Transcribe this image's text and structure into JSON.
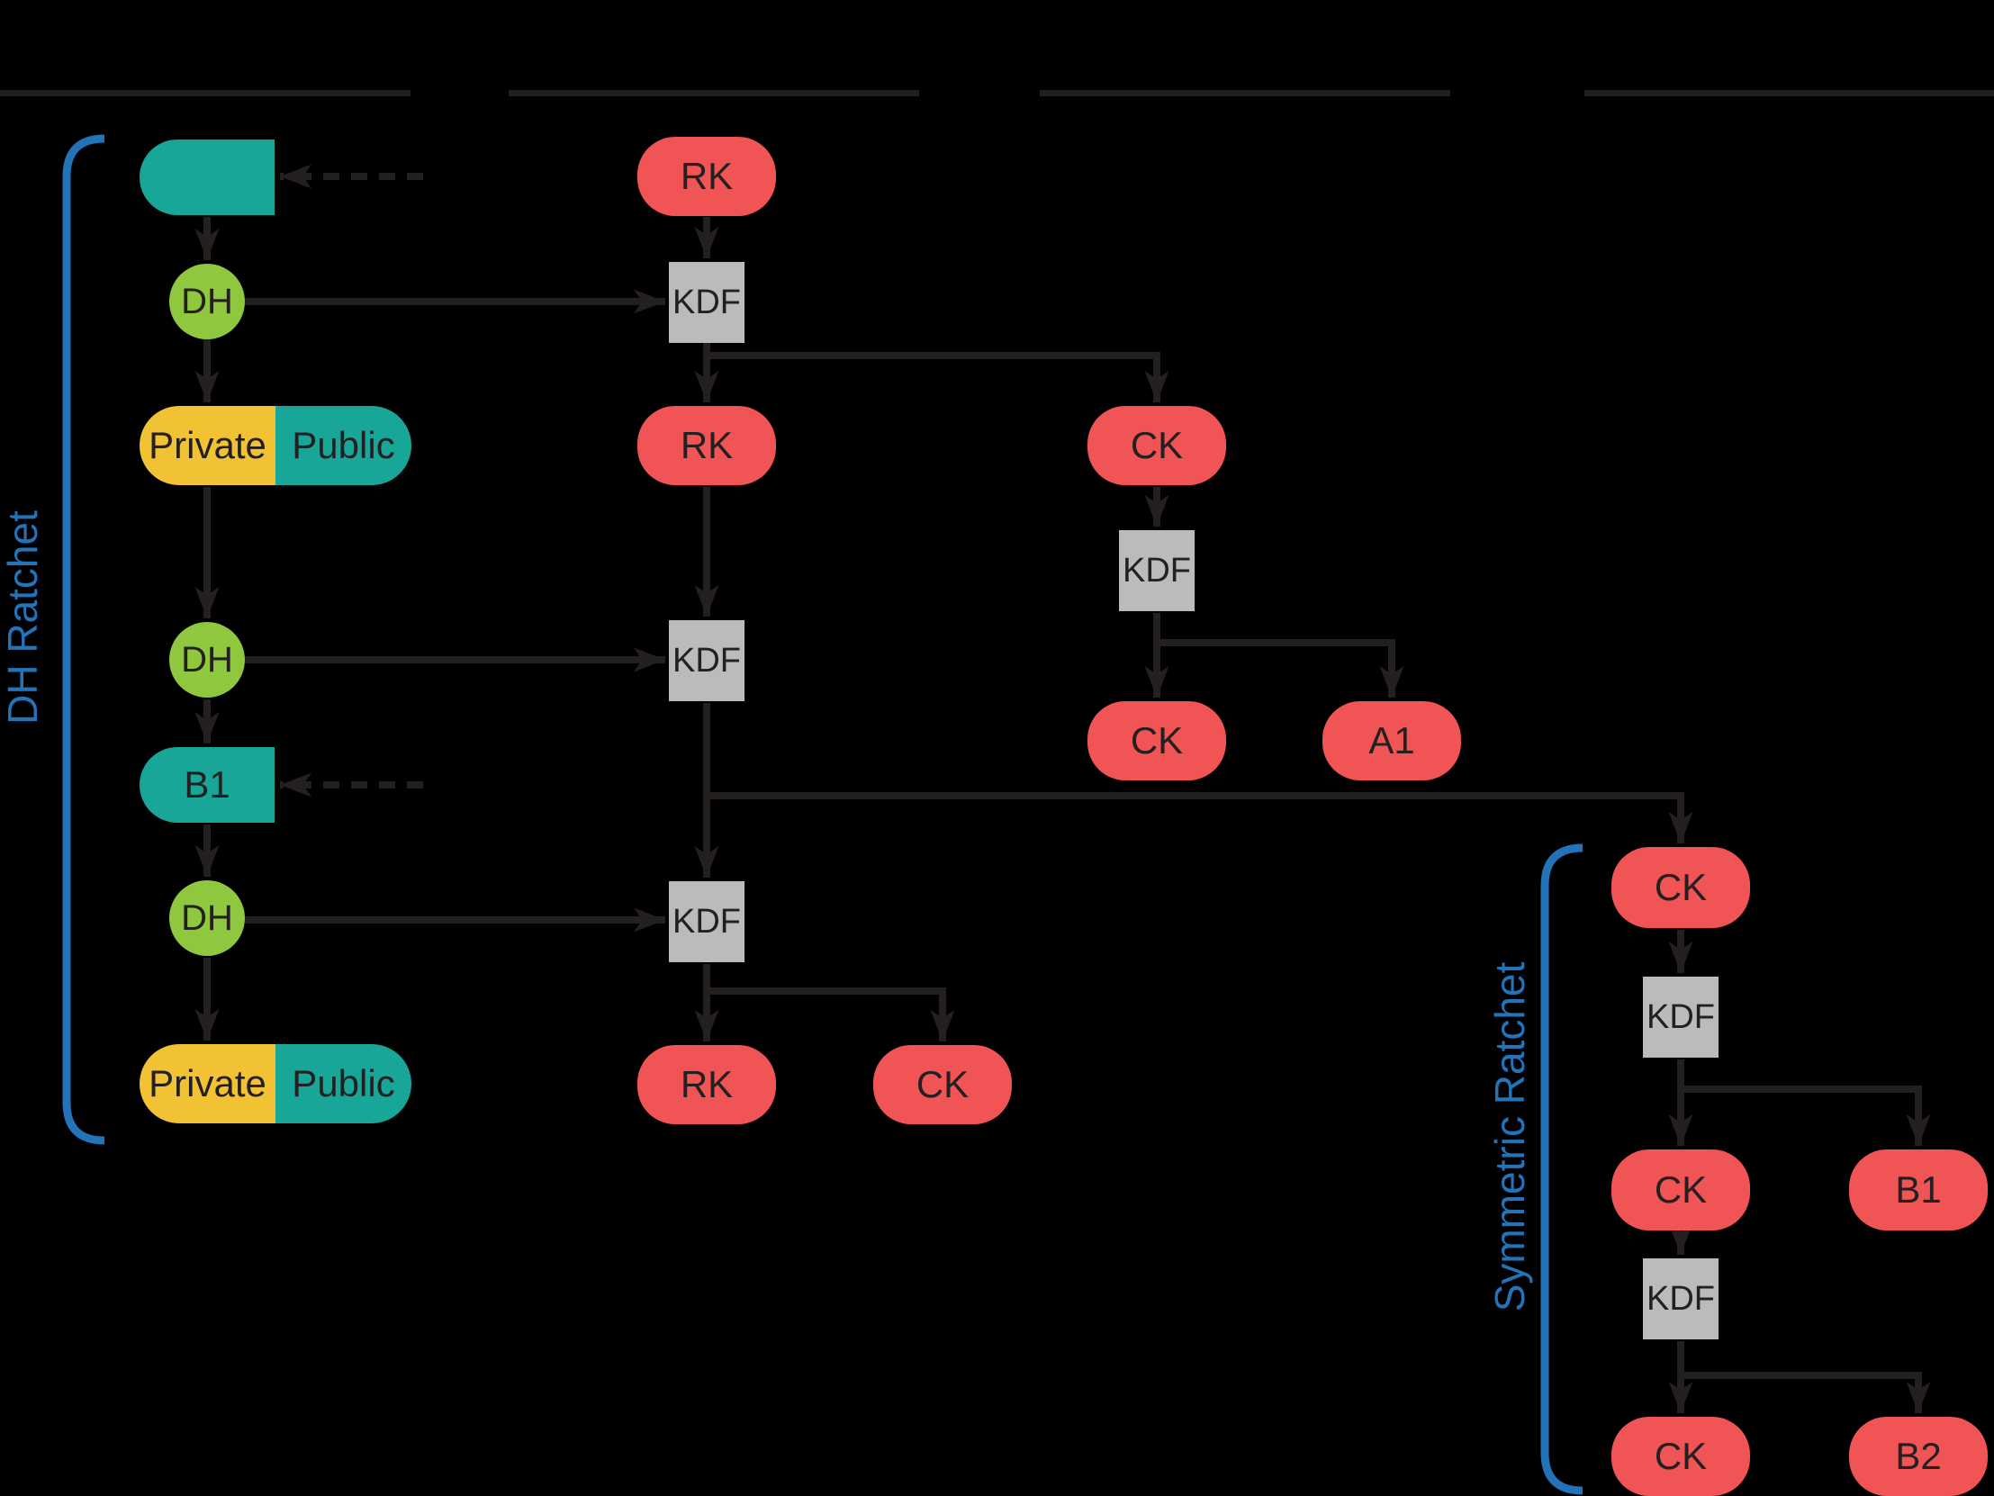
{
  "section_labels": {
    "dh": "DH Ratchet",
    "symmetric": "Symmetric Ratchet"
  },
  "nodes": {
    "received_public_top": "",
    "rk_1": "RK",
    "dh_1": "DH",
    "kdf_1": "KDF",
    "private_1": "Private",
    "public_1": "Public",
    "rk_2": "RK",
    "ck_1": "CK",
    "kdf_ck": "KDF",
    "ck_2": "CK",
    "a1": "A1",
    "dh_2": "DH",
    "kdf_2": "KDF",
    "received_public_b1": "B1",
    "dh_3": "DH",
    "kdf_3": "KDF",
    "private_2": "Private",
    "public_2": "Public",
    "rk_3": "RK",
    "ck_3": "CK",
    "sym_ck_1": "CK",
    "sym_kdf_1": "KDF",
    "sym_ck_2": "CK",
    "sym_b1": "B1",
    "sym_kdf_2": "KDF",
    "sym_ck_3": "CK",
    "sym_b2": "B2"
  },
  "palette": {
    "background": "#000000",
    "key_red": "#F15455",
    "public_teal": "#18A698",
    "private_yellow": "#F1C233",
    "dh_green": "#8FC73F",
    "kdf_gray": "#BBBBBB",
    "line_dark": "#242021",
    "accent_blue": "#2273B8",
    "rule_gray": "#1F1F1F"
  }
}
